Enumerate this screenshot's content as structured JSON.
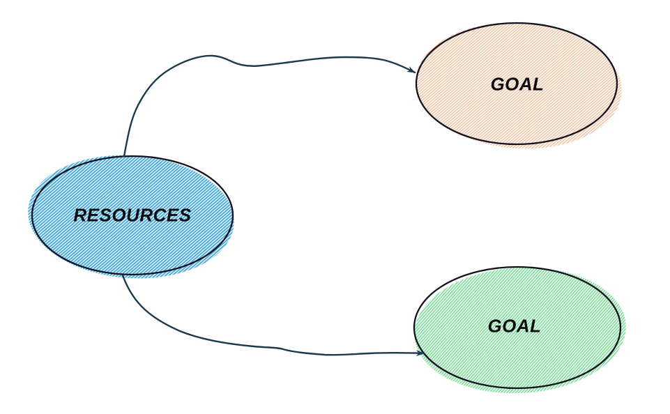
{
  "diagram": {
    "background_color": "#ffffff",
    "node_stroke_color": "#13131f",
    "arrow_color": "#1b3a4d",
    "label_color": "#0d0d12",
    "nodes": [
      {
        "id": "resources",
        "label": "RESOURCES",
        "shape": "ellipse",
        "fill_style": "hachure",
        "hatch_color": "#45a9db"
      },
      {
        "id": "goal-top",
        "label": "GOAL",
        "shape": "ellipse",
        "fill_style": "hachure",
        "hatch_color": "#f0c3a3"
      },
      {
        "id": "goal-bottom",
        "label": "GOAL",
        "shape": "ellipse",
        "fill_style": "hachure",
        "hatch_color": "#7edc9a"
      }
    ],
    "edges": [
      {
        "from": "resources",
        "to": "goal-top",
        "style": "curved",
        "arrowhead": "solid-dart"
      },
      {
        "from": "resources",
        "to": "goal-bottom",
        "style": "curved",
        "arrowhead": "solid-dart"
      }
    ]
  }
}
